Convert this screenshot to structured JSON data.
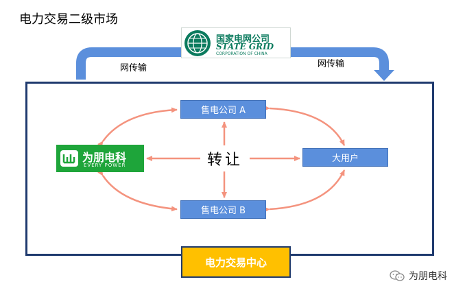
{
  "title": "电力交易二级市场",
  "state_grid_logo": {
    "name_cn": "国家电网公司",
    "name_en": "STATE GRID",
    "subtitle": "CORPORATION OF CHINA"
  },
  "transmission_labels": [
    "网传输",
    "网传输"
  ],
  "nodes": {
    "seller_a": "售电公司 A",
    "seller_b": "售电公司 B",
    "large_user": "大用户"
  },
  "center_label": "转让",
  "everypower_logo": {
    "name_cn": "为朋电科",
    "name_en": "EVERY POWER"
  },
  "trading_center": "电力交易中心",
  "watermark": "为朋电科",
  "colors": {
    "frame": "#1f3a6e",
    "node_fill": "#5b8fdc",
    "arrow": "#f4937e",
    "flow_arrow": "#5b8fdc",
    "center_fill": "#ffc000",
    "logo_green": "#1ea53a",
    "state_grid_green": "#0b7b5e"
  }
}
